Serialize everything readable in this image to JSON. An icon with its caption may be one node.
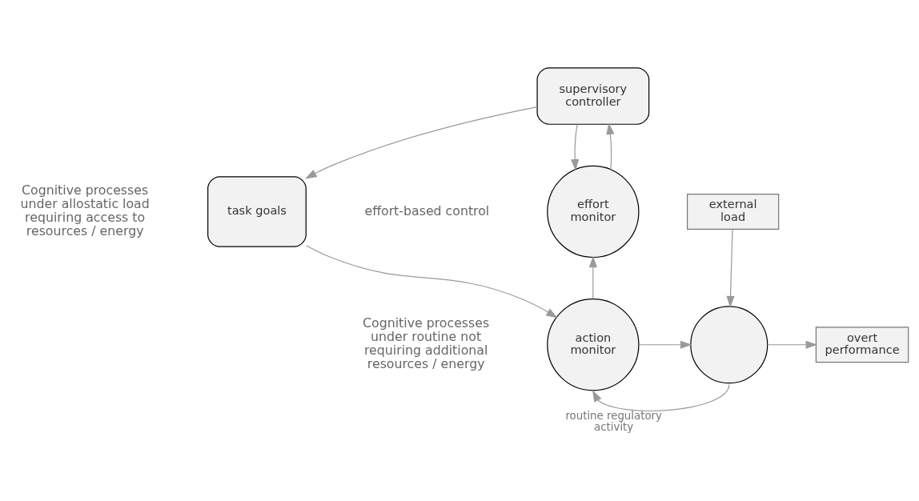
{
  "diagram": {
    "nodes": [
      {
        "text": [
          "supervisory controller"
        ]
      },
      {
        "text": [
          "task goals"
        ]
      },
      {
        "text": [
          "effort monitor"
        ]
      },
      {
        "text": [
          "action monitor"
        ]
      },
      {
        "text": [
          "external load"
        ]
      },
      {
        "text": [],
        "shape": "circle"
      },
      {
        "text": [
          "overt performance"
        ]
      }
    ],
    "edges": [
      {
        "from": 0,
        "to": 1,
        "arrow": "to"
      },
      {
        "from": 0,
        "to": 2,
        "arrow": "to"
      },
      {
        "from": 2,
        "to": 0,
        "arrow": "to"
      },
      {
        "from": 1,
        "to": 3,
        "arrow": "to"
      },
      {
        "from": 3,
        "to": 2,
        "arrow": "to"
      },
      {
        "from": 3,
        "to": 5,
        "arrow": "to"
      },
      {
        "from": 4,
        "to": 5,
        "arrow": "to"
      },
      {
        "from": 5,
        "to": 6,
        "arrow": "to"
      },
      {
        "from": 5,
        "to": 3,
        "arrow": "to",
        "label": "routine regulatory activity"
      }
    ],
    "labels": [
      "Cognitive processes under allostatic load requiring access to resources / energy",
      "effort-based control",
      "Cognitive processes under routine not requiring additional resources / energy"
    ]
  }
}
